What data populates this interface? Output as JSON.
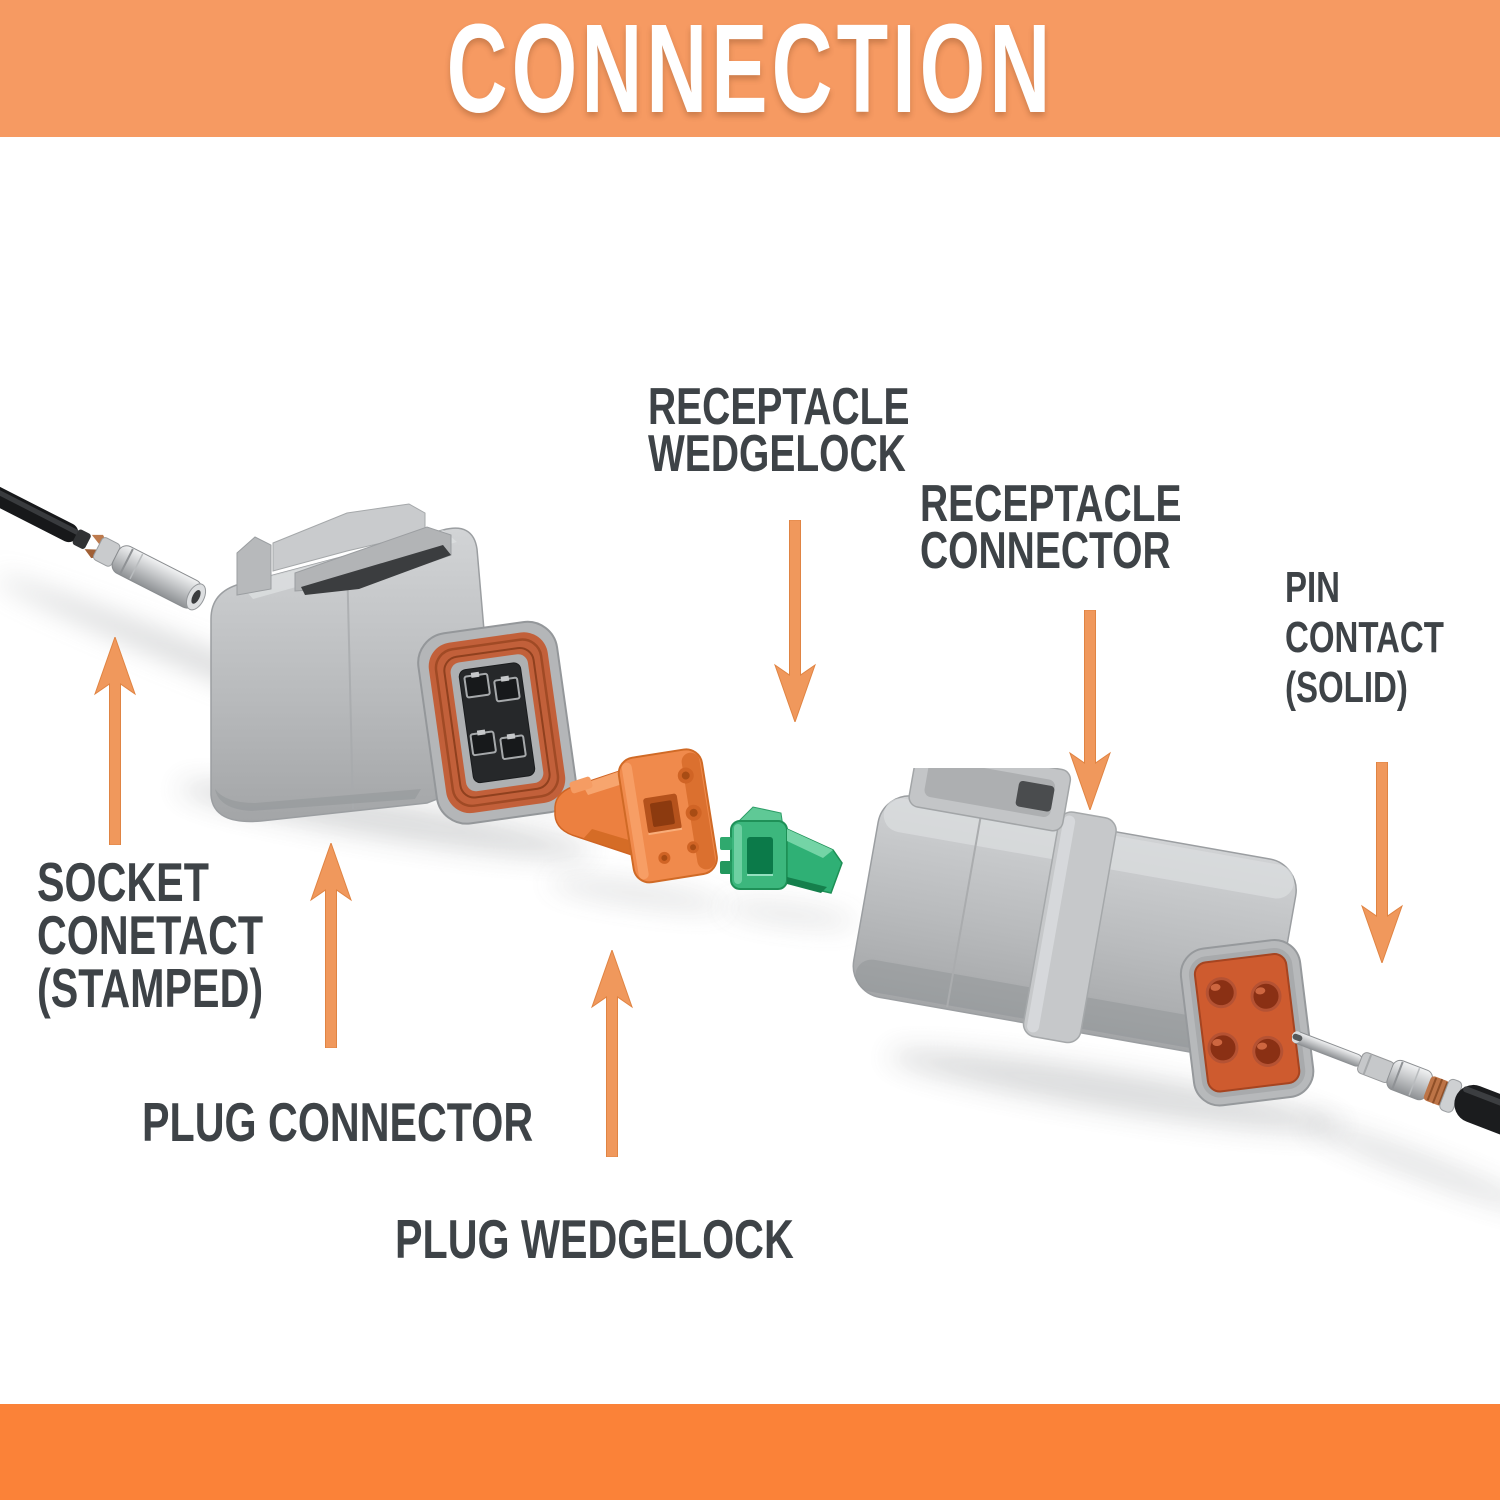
{
  "title": "CONNECTION",
  "colors": {
    "banner_top": "#f69a62",
    "banner_bottom": "#fb8238",
    "arrow": "#f0985c",
    "label_text": "#3e4347",
    "title_text": "#ffffff",
    "connector_gray": "#b7b9bb",
    "seal_orange": "#c2603a",
    "insert_orange": "#ce5b2f",
    "wedgelock_orange": "#ef8a4b",
    "wedgelock_green": "#3bb77c"
  },
  "labels": {
    "socket_contact": {
      "lines": [
        "SOCKET",
        "CONETACT",
        "(STAMPED)"
      ]
    },
    "plug_connector": {
      "lines": [
        "PLUG CONNECTOR"
      ]
    },
    "plug_wedgelock": {
      "lines": [
        "PLUG WEDGELOCK"
      ]
    },
    "receptacle_wedgelock": {
      "lines": [
        "RECEPTACLE",
        "WEDGELOCK"
      ]
    },
    "receptacle_connector": {
      "lines": [
        "RECEPTACLE",
        "CONNECTOR"
      ]
    },
    "pin_contact": {
      "lines": [
        "PIN",
        "CONTACT",
        "(SOLID)"
      ]
    }
  }
}
